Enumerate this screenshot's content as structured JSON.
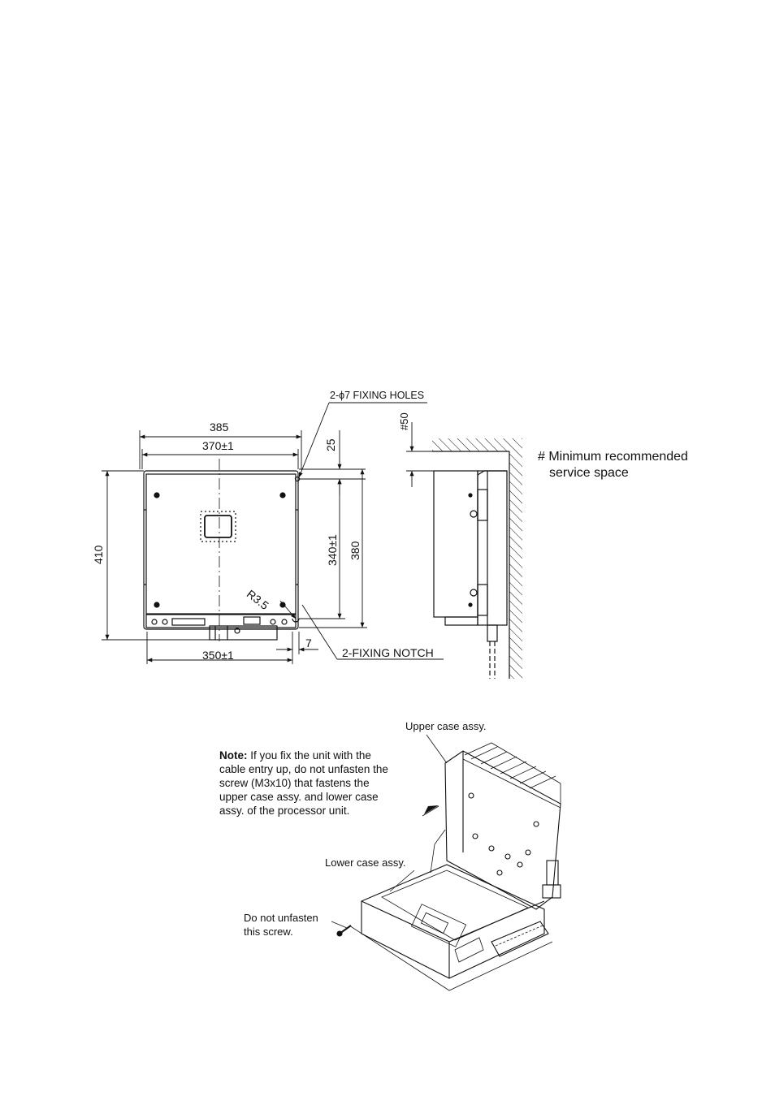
{
  "dimensions": {
    "width_385": "385",
    "width_370": "370±1",
    "height_410": "410",
    "height_340": "340±1",
    "height_380": "380",
    "top_25": "25",
    "width_350": "350±1",
    "notch_7": "7",
    "radius": "R3.5",
    "service_50": "#50"
  },
  "callouts": {
    "fixing_holes": "2-ϕ7 FIXING HOLES",
    "fixing_notch": "2-FIXING NOTCH"
  },
  "service_note": {
    "line1": "# Minimum recommended",
    "line2": "service space"
  },
  "assembly": {
    "upper_case": "Upper case assy.",
    "lower_case": "Lower case assy.",
    "screw_line1": "Do not unfasten",
    "screw_line2": "this screw.",
    "note_label": "Note:",
    "note_text": " If you fix the unit with the cable entry up, do not unfasten the screw (M3x10) that fastens the upper case assy. and lower case assy. of the processor unit."
  }
}
